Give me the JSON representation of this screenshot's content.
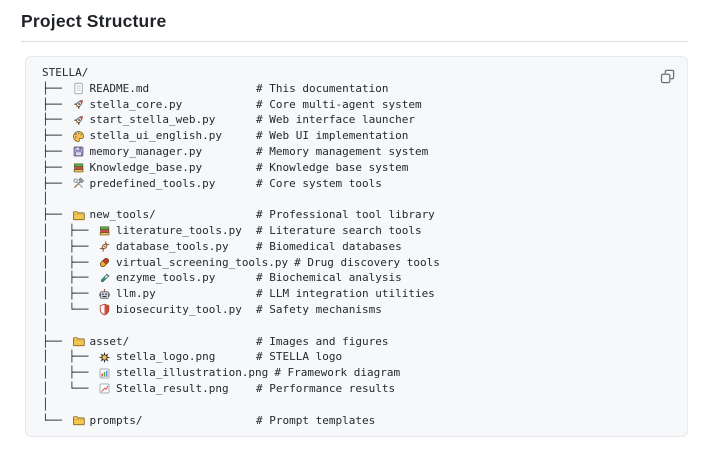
{
  "page": {
    "title": "Project Structure"
  },
  "colors": {
    "code_background": "#f6f8fa",
    "code_border": "#e6e9ed",
    "divider": "#d8dee4",
    "text": "#24292f",
    "icon_muted": "#656d76"
  },
  "code_block": {
    "copy_button": {
      "icon": "copy-icon"
    },
    "rows": [
      {
        "prefix": "",
        "icon": null,
        "name": "STELLA/",
        "comment": ""
      },
      {
        "prefix": "├── ",
        "icon": "page-icon",
        "name": "README.md",
        "comment": "# This documentation"
      },
      {
        "prefix": "├── ",
        "icon": "rocket-icon",
        "name": "stella_core.py",
        "comment": "# Core multi-agent system"
      },
      {
        "prefix": "├── ",
        "icon": "rocket-icon",
        "name": "start_stella_web.py",
        "comment": "# Web interface launcher"
      },
      {
        "prefix": "├── ",
        "icon": "palette-icon",
        "name": "stella_ui_english.py",
        "comment": "# Web UI implementation"
      },
      {
        "prefix": "├── ",
        "icon": "floppy-disk-icon",
        "name": "memory_manager.py",
        "comment": "# Memory management system"
      },
      {
        "prefix": "├── ",
        "icon": "books-icon",
        "name": "Knowledge_base.py",
        "comment": "# Knowledge base system"
      },
      {
        "prefix": "├── ",
        "icon": "hammer-wrench-icon",
        "name": "predefined_tools.py",
        "comment": "# Core system tools"
      },
      {
        "prefix": "│",
        "icon": null,
        "name": "",
        "comment": ""
      },
      {
        "prefix": "├── ",
        "icon": "folder-icon",
        "name": "new_tools/",
        "comment": "# Professional tool library"
      },
      {
        "prefix": "│   ├── ",
        "icon": "books-icon",
        "name": "literature_tools.py",
        "comment": "# Literature search tools"
      },
      {
        "prefix": "│   ├── ",
        "icon": "dna-icon",
        "name": "database_tools.py",
        "comment": "# Biomedical databases"
      },
      {
        "prefix": "│   ├── ",
        "icon": "pill-icon",
        "name": "virtual_screening_tools.py",
        "comment": "# Drug discovery tools"
      },
      {
        "prefix": "│   ├── ",
        "icon": "test-tube-icon",
        "name": "enzyme_tools.py",
        "comment": "# Biochemical analysis"
      },
      {
        "prefix": "│   ├── ",
        "icon": "robot-icon",
        "name": "llm.py",
        "comment": "# LLM integration utilities"
      },
      {
        "prefix": "│   └── ",
        "icon": "shield-icon",
        "name": "biosecurity_tool.py",
        "comment": "# Safety mechanisms"
      },
      {
        "prefix": "│",
        "icon": null,
        "name": "",
        "comment": ""
      },
      {
        "prefix": "├── ",
        "icon": "folder-icon",
        "name": "asset/",
        "comment": "# Images and figures"
      },
      {
        "prefix": "│   ├── ",
        "icon": "star-icon",
        "name": "stella_logo.png",
        "comment": "# STELLA logo"
      },
      {
        "prefix": "│   ├── ",
        "icon": "bar-chart-icon",
        "name": "stella_illustration.png",
        "comment": "# Framework diagram"
      },
      {
        "prefix": "│   └── ",
        "icon": "chart-up-icon",
        "name": "Stella_result.png",
        "comment": "# Performance results"
      },
      {
        "prefix": "│",
        "icon": null,
        "name": "",
        "comment": ""
      },
      {
        "prefix": "└── ",
        "icon": "folder-icon",
        "name": "prompts/",
        "comment": "# Prompt templates"
      }
    ]
  }
}
